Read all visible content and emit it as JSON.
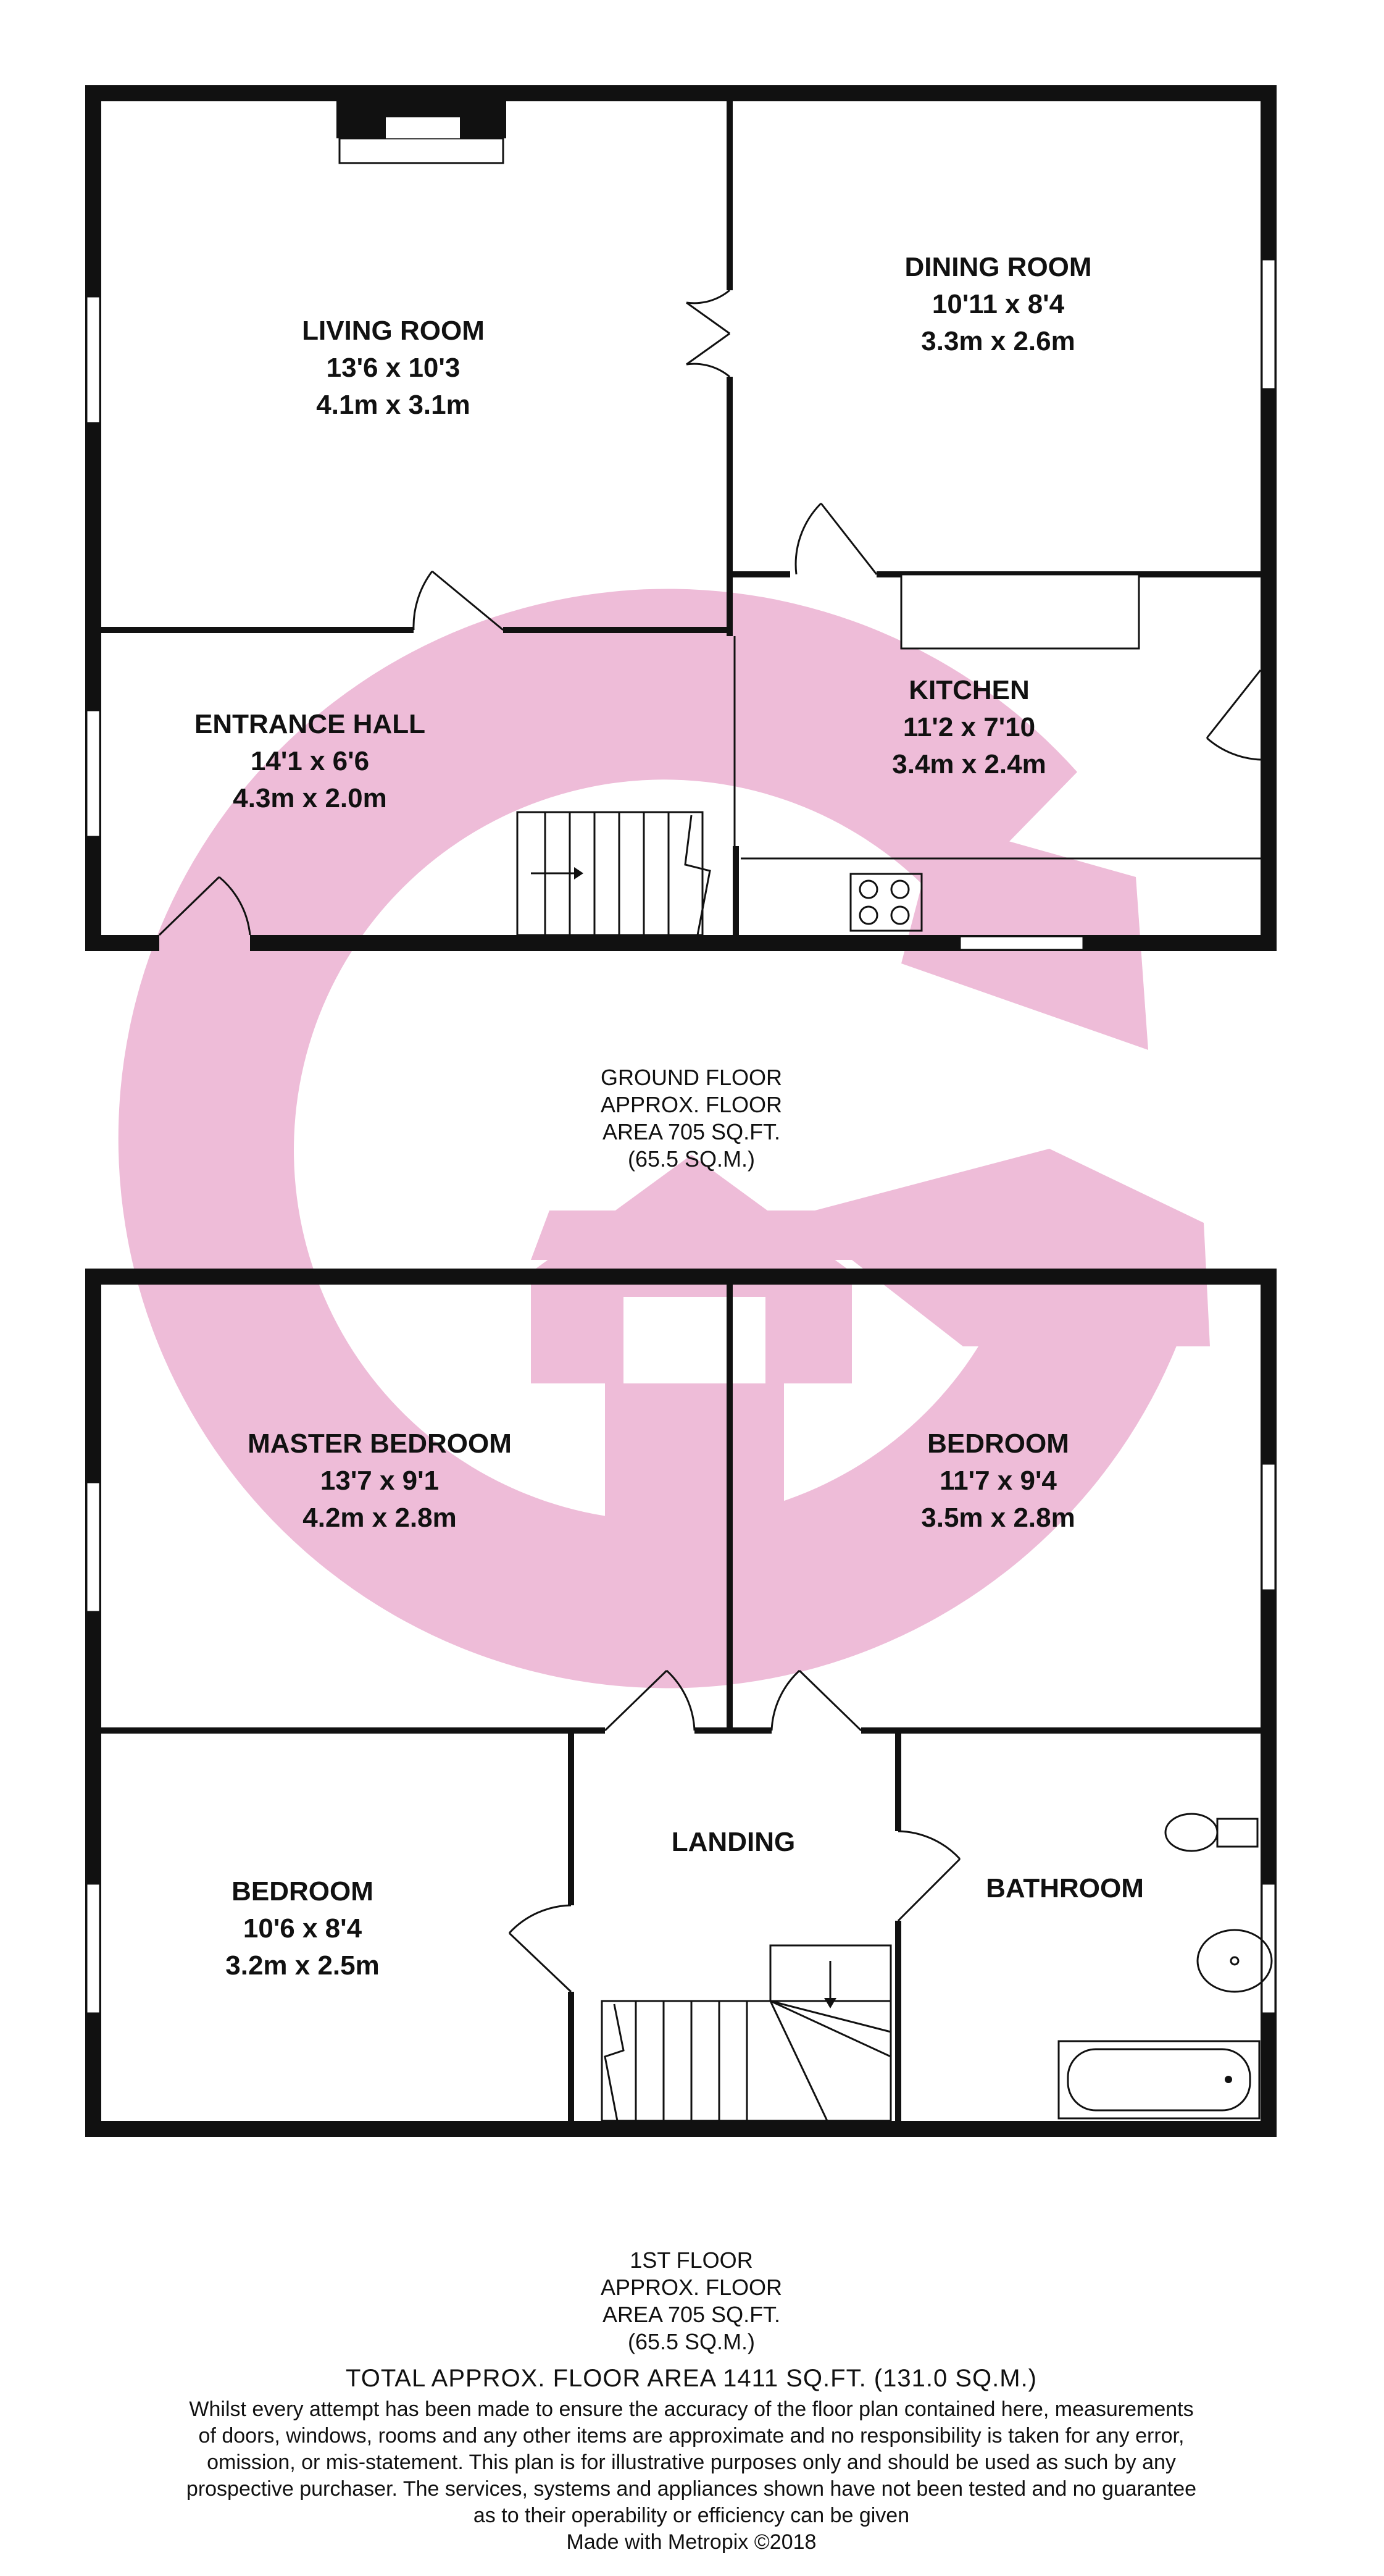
{
  "ground_floor": {
    "rooms": [
      {
        "id": "living-room",
        "name": "LIVING ROOM",
        "imperial": "13'6 x 10'3",
        "metric": "4.1m x 3.1m"
      },
      {
        "id": "dining-room",
        "name": "DINING ROOM",
        "imperial": "10'11 x 8'4",
        "metric": "3.3m x 2.6m"
      },
      {
        "id": "entrance-hall",
        "name": "ENTRANCE HALL",
        "imperial": "14'1 x 6'6",
        "metric": "4.3m x 2.0m"
      },
      {
        "id": "kitchen",
        "name": "KITCHEN",
        "imperial": "11'2 x 7'10",
        "metric": "3.4m x 2.4m"
      }
    ],
    "label": [
      "GROUND FLOOR",
      "APPROX. FLOOR",
      "AREA 705 SQ.FT.",
      "(65.5 SQ.M.)"
    ]
  },
  "first_floor": {
    "rooms": [
      {
        "id": "master-bedroom",
        "name": "MASTER BEDROOM",
        "imperial": "13'7 x 9'1",
        "metric": "4.2m x 2.8m"
      },
      {
        "id": "bedroom-right",
        "name": "BEDROOM",
        "imperial": "11'7 x 9'4",
        "metric": "3.5m x 2.8m"
      },
      {
        "id": "bedroom-left",
        "name": "BEDROOM",
        "imperial": "10'6 x 8'4",
        "metric": "3.2m x 2.5m"
      },
      {
        "id": "landing",
        "name": "LANDING",
        "imperial": "",
        "metric": ""
      },
      {
        "id": "bathroom",
        "name": "BATHROOM",
        "imperial": "",
        "metric": ""
      }
    ],
    "label": [
      "1ST FLOOR",
      "APPROX. FLOOR",
      "AREA 705 SQ.FT.",
      "(65.5 SQ.M.)"
    ]
  },
  "total": "TOTAL APPROX. FLOOR AREA 1411 SQ.FT. (131.0 SQ.M.)",
  "disclaimer": [
    "Whilst every attempt has been made to ensure the accuracy of the floor plan contained here, measurements",
    "of doors, windows, rooms and any other items are approximate and no responsibility is taken for any error,",
    "omission, or mis-statement. This plan is for illustrative purposes only and should be used as such by any",
    "prospective purchaser. The services, systems and appliances shown have not been tested and no guarantee",
    "as to their operability or efficiency can be given"
  ],
  "credit": "Made with Metropix ©2018",
  "colors": {
    "watermark": "#eebcd8",
    "walls": "#111111"
  },
  "watermark_icon": "circular-arrow-house-logo"
}
